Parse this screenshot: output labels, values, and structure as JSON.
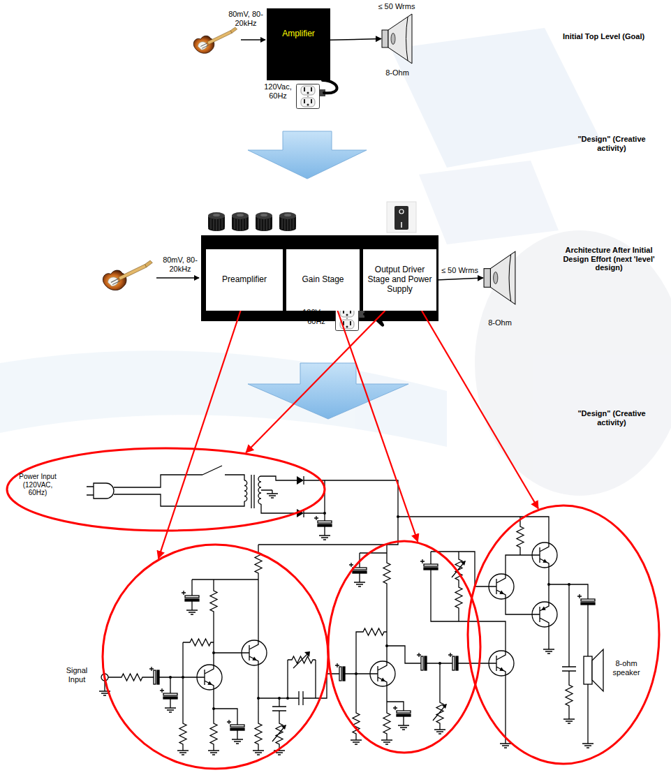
{
  "diagram": {
    "nodes": [
      {
        "text": [
          "Amplifier"
        ]
      },
      {
        "text": [
          "8-Ohm"
        ]
      },
      {
        "text": [
          "Preamplifier"
        ]
      },
      {
        "text": [
          "Gain Stage"
        ]
      },
      {
        "text": [
          "Output Driver Stage and Power Supply"
        ]
      },
      {
        "text": [
          "8-Ohm"
        ]
      },
      {
        "text": [
          "Power Input (120VAC, 60Hz)"
        ]
      },
      {
        "text": [
          "Signal Input"
        ]
      },
      {
        "text": []
      },
      {
        "text": [
          "8-ohm speaker"
        ]
      }
    ],
    "edges": [
      {
        "from": 0,
        "to": 1,
        "arrow": "to",
        "label": "≤ 50 Wrms"
      },
      {
        "from": 4,
        "to": 5,
        "arrow": "to",
        "label": "≤ 50 Wrms"
      },
      {
        "from": 2,
        "to": 7,
        "arrow": "to"
      },
      {
        "from": 3,
        "to": 8,
        "arrow": "to"
      },
      {
        "from": 4,
        "to": 6,
        "arrow": "to"
      },
      {
        "from": 4,
        "to": 9,
        "arrow": "to"
      }
    ],
    "labels": [
      "80mV, 80-20kHz",
      "120Vac, 60Hz",
      "Initial Top Level (Goal)",
      "\"Design\" (Creative activity)",
      "80mV, 80-20kHz",
      "120Vac, 60Hz",
      "Architecture After Initial Design Effort (next 'level' design)",
      "\"Design\" (Creative activity)"
    ]
  }
}
